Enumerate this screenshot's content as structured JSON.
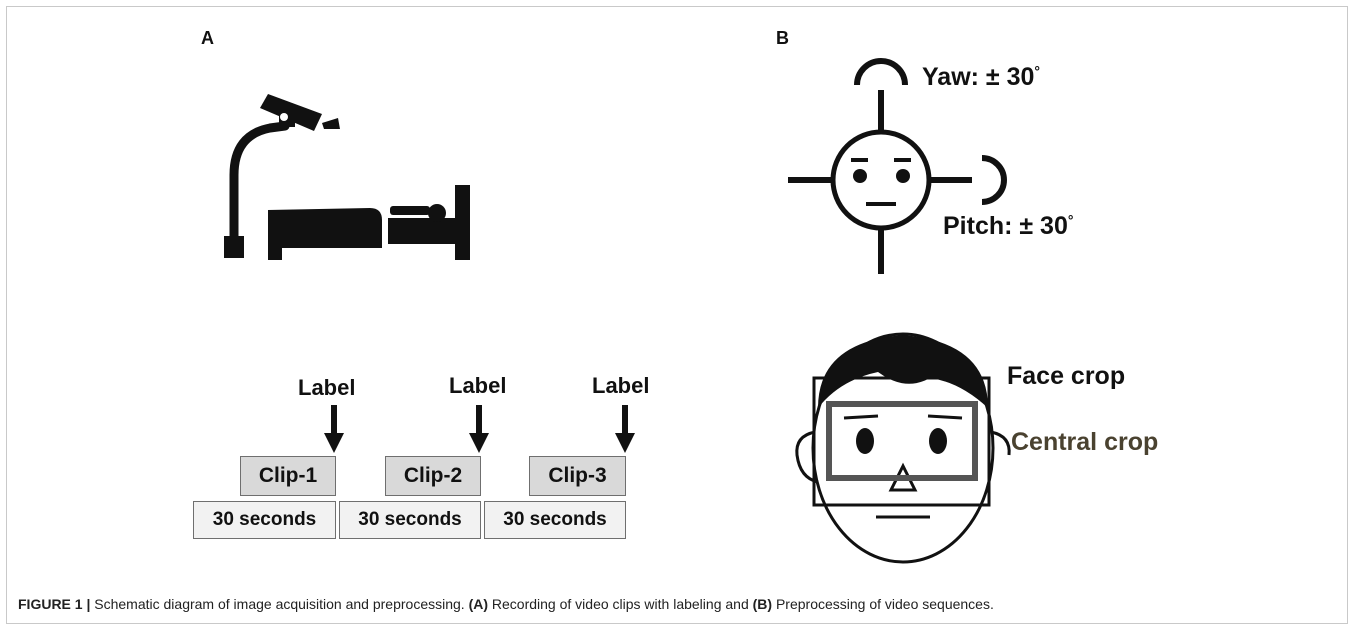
{
  "panel_a": {
    "letter": "A",
    "labels": [
      "Label",
      "Label",
      "Label"
    ],
    "clips": [
      "Clip-1",
      "Clip-2",
      "Clip-3"
    ],
    "durations": [
      "30 seconds",
      "30 seconds",
      "30 seconds"
    ]
  },
  "panel_b": {
    "letter": "B",
    "yaw_label": "Yaw: ± 30",
    "pitch_label": "Pitch: ± 30",
    "degree_symbol": "°",
    "face_crop_label": "Face crop",
    "central_crop_label": "Central crop"
  },
  "caption": {
    "figure_label": "FIGURE 1 |",
    "text_1": "Schematic diagram of image acquisition and preprocessing.",
    "ref_a": "(A)",
    "text_2": "Recording of video clips with labeling and",
    "ref_b": "(B)",
    "text_3": "Preprocessing of video sequences."
  },
  "colors": {
    "central_crop_label": "#4a4230",
    "clip_fill": "#d9d9d9",
    "seconds_fill": "#f2f2f2",
    "crop_outline": "#555555"
  },
  "icons": [
    "surveillance-camera-icon",
    "bed-with-person-icon",
    "head-pose-face-icon",
    "face-crop-head-icon"
  ]
}
